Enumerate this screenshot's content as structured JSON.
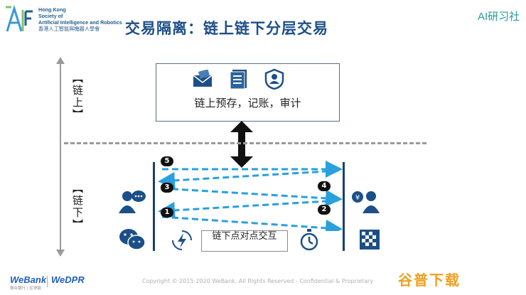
{
  "header": {
    "org_name_lines": [
      "Hong Kong",
      "Society of",
      "Artificial Intelligence and Robotics",
      "香港人工智能與機器人學會"
    ],
    "title": "交易隔离：链上链下分层交易",
    "brand_badge": "AI研习社"
  },
  "axis": {
    "upper_label": "【链上】",
    "lower_label": "【链下】"
  },
  "onchain": {
    "icons": [
      "envelope-money-icon",
      "document-icon",
      "shield-user-icon"
    ],
    "text": "链上预存，记账，审计"
  },
  "offchain": {
    "steps": [
      "5",
      "3",
      "1",
      "4",
      "2"
    ],
    "box_text": "链下点对点交互",
    "left_icons": [
      "user-chat-icon",
      "wechat-icon"
    ],
    "right_icons": [
      "user-payment-icon",
      "qr-code-icon"
    ],
    "bottom_icons": [
      "lightning-sync-icon",
      "stopwatch-icon"
    ]
  },
  "footer": {
    "brand1": "WeBank",
    "brand1_sub": "微众银行 | 区块链",
    "brand2": "WeDPR",
    "copyright": "Copyright © 2015-2020 WeBank. All Rights Reserved - Confidential & Proprietary",
    "watermark": "谷普下载"
  },
  "colors": {
    "primary": "#1c4f88",
    "arrow": "#2aa0dc",
    "bar": "#1a3f6e"
  }
}
